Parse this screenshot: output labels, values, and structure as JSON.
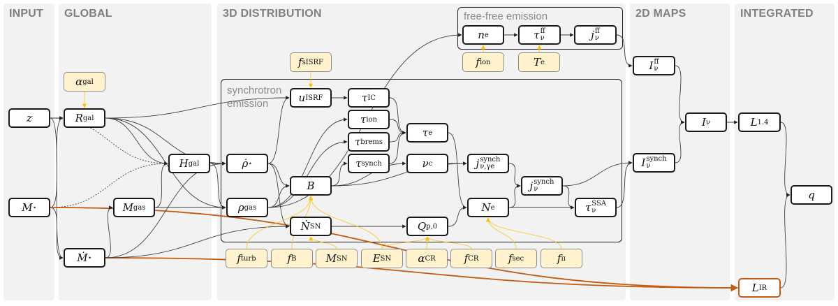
{
  "panels": [
    {
      "id": "input",
      "title": "INPUT"
    },
    {
      "id": "global",
      "title": "GLOBAL"
    },
    {
      "id": "dist3d",
      "title": "3D DISTRIBUTION"
    },
    {
      "id": "maps2d",
      "title": "2D MAPS"
    },
    {
      "id": "integrated",
      "title": "INTEGRATED"
    }
  ],
  "groups": {
    "freefree": {
      "label": "free-free emission"
    },
    "synchrotron": {
      "label_line1": "synchrotron",
      "label_line2": "emission"
    }
  },
  "nodes": {
    "z": {
      "base": "z",
      "sub": "",
      "sup": ""
    },
    "Mstar": {
      "base": "M",
      "sub": "⋆",
      "sup": ""
    },
    "alpha_gal": {
      "base": "α",
      "sub": "gal",
      "sup": ""
    },
    "R_gal": {
      "base": "R",
      "sub": "gal",
      "sup": ""
    },
    "H_gal": {
      "base": "H",
      "sub": "gal",
      "sup": ""
    },
    "M_gas": {
      "base": "M",
      "sub": "gas",
      "sup": ""
    },
    "Mdot_star": {
      "base": "Ṁ",
      "sub": "⋆",
      "sup": ""
    },
    "rhodot_star": {
      "base": "ρ̇",
      "sub": "⋆",
      "sup": ""
    },
    "rho_gas": {
      "base": "ρ",
      "sub": "gas",
      "sup": ""
    },
    "f_sISRF": {
      "base": "f",
      "sub": "sISRF",
      "sup": ""
    },
    "u_ISRF": {
      "base": "u",
      "sub": "ISRF",
      "sup": ""
    },
    "tau_IC": {
      "base": "τ",
      "sub": "IC",
      "sup": ""
    },
    "tau_ion": {
      "base": "τ",
      "sub": "ion",
      "sup": ""
    },
    "tau_brems": {
      "base": "τ",
      "sub": "brems",
      "sup": ""
    },
    "tau_synch": {
      "base": "τ",
      "sub": "synch",
      "sup": ""
    },
    "tau_e": {
      "base": "τ",
      "sub": "e",
      "sup": ""
    },
    "nu_c": {
      "base": "ν",
      "sub": "c",
      "sup": ""
    },
    "B": {
      "base": "B",
      "sub": "",
      "sup": ""
    },
    "Ndot_SN": {
      "base": "Ṅ",
      "sub": "SN",
      "sup": ""
    },
    "Q_p0": {
      "base": "Q",
      "sub": "p,0",
      "sup": ""
    },
    "j_nu_gamma": {
      "base": "j",
      "sub": "ν,γe",
      "sup": "synch"
    },
    "N_e": {
      "base": "N",
      "sub": "e",
      "sup": ""
    },
    "j_nu_synch": {
      "base": "j",
      "sub": "ν",
      "sup": "synch"
    },
    "tau_SSA": {
      "base": "τ",
      "sub": "ν",
      "sup": "SSA"
    },
    "n_e": {
      "base": "n",
      "sub": "e",
      "sup": ""
    },
    "tau_ff": {
      "base": "τ",
      "sub": "ν",
      "sup": "ff"
    },
    "j_ff": {
      "base": "j",
      "sub": "ν",
      "sup": "ff"
    },
    "f_ion": {
      "base": "f",
      "sub": "ion",
      "sup": ""
    },
    "T_e": {
      "base": "T",
      "sub": "e",
      "sup": ""
    },
    "f_turb": {
      "base": "f",
      "sub": "turb",
      "sup": ""
    },
    "f_B": {
      "base": "f",
      "sub": "B",
      "sup": ""
    },
    "M_SN": {
      "base": "M",
      "sub": "SN",
      "sup": ""
    },
    "E_SN": {
      "base": "E",
      "sub": "SN",
      "sup": ""
    },
    "alpha_CR": {
      "base": "α",
      "sub": "CR",
      "sup": ""
    },
    "f_CR": {
      "base": "f",
      "sub": "CR",
      "sup": ""
    },
    "f_sec": {
      "base": "f",
      "sub": "sec",
      "sup": ""
    },
    "f_pi": {
      "base": "f",
      "sub": "π",
      "sup": ""
    },
    "I_ff": {
      "base": "I",
      "sub": "ν",
      "sup": "ff"
    },
    "I_synch": {
      "base": "I",
      "sub": "ν",
      "sup": "synch"
    },
    "I_nu": {
      "base": "I",
      "sub": "ν",
      "sup": ""
    },
    "L_14": {
      "base": "L",
      "sub": "1.4",
      "sup": ""
    },
    "L_IR": {
      "base": "L",
      "sub": "IR",
      "sup": ""
    },
    "q": {
      "base": "q",
      "sub": "",
      "sup": ""
    }
  },
  "colors": {
    "panel_bg": "#f2f2f2",
    "node_border": "#1a1a1a",
    "param_fill": "#fff2cc",
    "param_edge": "#ffc000",
    "ir_edge": "#c55a11",
    "edge": "#404040",
    "panel_title": "#7f7f7f"
  },
  "edges": [
    {
      "from": "z",
      "to": "R_gal",
      "style": "solid"
    },
    {
      "from": "z",
      "to": "Mdot_star",
      "style": "solid"
    },
    {
      "from": "z",
      "to": "H_gal",
      "style": "dashed"
    },
    {
      "from": "Mstar",
      "to": "R_gal",
      "style": "solid"
    },
    {
      "from": "Mstar",
      "to": "Mdot_star",
      "style": "solid"
    },
    {
      "from": "Mstar",
      "to": "H_gal",
      "style": "dashed"
    },
    {
      "from": "Mstar",
      "to": "L_IR",
      "style": "ir"
    },
    {
      "from": "Mdot_star",
      "to": "L_IR",
      "style": "ir"
    },
    {
      "from": "Mdot_star",
      "to": "M_gas",
      "style": "solid"
    },
    {
      "from": "Mdot_star",
      "to": "rhodot_star",
      "style": "solid"
    },
    {
      "from": "Mdot_star",
      "to": "Ndot_SN",
      "style": "solid"
    },
    {
      "from": "alpha_gal",
      "to": "R_gal",
      "style": "param"
    },
    {
      "from": "R_gal",
      "to": "u_ISRF",
      "style": "solid"
    },
    {
      "from": "R_gal",
      "to": "H_gal",
      "style": "solid"
    },
    {
      "from": "R_gal",
      "to": "rhodot_star",
      "style": "solid"
    },
    {
      "from": "R_gal",
      "to": "rho_gas",
      "style": "solid"
    },
    {
      "from": "M_gas",
      "to": "H_gal",
      "style": "solid"
    },
    {
      "from": "M_gas",
      "to": "rho_gas",
      "style": "solid"
    },
    {
      "from": "H_gal",
      "to": "rhodot_star",
      "style": "solid"
    },
    {
      "from": "H_gal",
      "to": "rho_gas",
      "style": "solid"
    },
    {
      "from": "rhodot_star",
      "to": "u_ISRF",
      "style": "solid"
    },
    {
      "from": "rhodot_star",
      "to": "B",
      "style": "solid"
    },
    {
      "from": "rhodot_star",
      "to": "Ndot_SN",
      "style": "solid"
    },
    {
      "from": "rho_gas",
      "to": "tau_ion",
      "style": "solid"
    },
    {
      "from": "rho_gas",
      "to": "tau_brems",
      "style": "solid"
    },
    {
      "from": "rho_gas",
      "to": "B",
      "style": "solid"
    },
    {
      "from": "rho_gas",
      "to": "n_e",
      "style": "solid"
    },
    {
      "from": "f_sISRF",
      "to": "u_ISRF",
      "style": "param"
    },
    {
      "from": "u_ISRF",
      "to": "tau_IC",
      "style": "solid"
    },
    {
      "from": "B",
      "to": "tau_synch",
      "style": "solid"
    },
    {
      "from": "B",
      "to": "nu_c",
      "style": "solid"
    },
    {
      "from": "B",
      "to": "j_nu_gamma",
      "style": "solid"
    },
    {
      "from": "tau_IC",
      "to": "tau_e",
      "style": "solid"
    },
    {
      "from": "tau_ion",
      "to": "tau_e",
      "style": "solid"
    },
    {
      "from": "tau_brems",
      "to": "tau_e",
      "style": "solid"
    },
    {
      "from": "tau_synch",
      "to": "tau_e",
      "style": "solid"
    },
    {
      "from": "tau_e",
      "to": "N_e",
      "style": "solid"
    },
    {
      "from": "nu_c",
      "to": "j_nu_gamma",
      "style": "solid"
    },
    {
      "from": "Ndot_SN",
      "to": "Q_p0",
      "style": "solid"
    },
    {
      "from": "Q_p0",
      "to": "N_e",
      "style": "solid"
    },
    {
      "from": "j_nu_gamma",
      "to": "j_nu_synch",
      "style": "solid"
    },
    {
      "from": "N_e",
      "to": "j_nu_synch",
      "style": "solid"
    },
    {
      "from": "N_e",
      "to": "tau_SSA",
      "style": "solid"
    },
    {
      "from": "j_nu_synch",
      "to": "tau_SSA",
      "style": "solid"
    },
    {
      "from": "j_nu_synch",
      "to": "I_synch",
      "style": "solid"
    },
    {
      "from": "tau_SSA",
      "to": "I_synch",
      "style": "solid"
    },
    {
      "from": "n_e",
      "to": "tau_ff",
      "style": "solid"
    },
    {
      "from": "tau_ff",
      "to": "j_ff",
      "style": "solid"
    },
    {
      "from": "j_ff",
      "to": "I_ff",
      "style": "solid"
    },
    {
      "from": "f_ion",
      "to": "n_e",
      "style": "param"
    },
    {
      "from": "T_e",
      "to": "tau_ff",
      "style": "param"
    },
    {
      "from": "f_turb",
      "to": "B",
      "style": "param"
    },
    {
      "from": "f_B",
      "to": "B",
      "style": "param"
    },
    {
      "from": "M_SN",
      "to": "Ndot_SN",
      "style": "param"
    },
    {
      "from": "E_SN",
      "to": "B",
      "style": "param"
    },
    {
      "from": "E_SN",
      "to": "Q_p0",
      "style": "param"
    },
    {
      "from": "alpha_CR",
      "to": "Q_p0",
      "style": "param"
    },
    {
      "from": "f_CR",
      "to": "Q_p0",
      "style": "param"
    },
    {
      "from": "f_sec",
      "to": "N_e",
      "style": "param"
    },
    {
      "from": "f_pi",
      "to": "N_e",
      "style": "param"
    },
    {
      "from": "I_ff",
      "to": "I_nu",
      "style": "solid"
    },
    {
      "from": "I_synch",
      "to": "I_nu",
      "style": "solid"
    },
    {
      "from": "I_nu",
      "to": "L_14",
      "style": "solid"
    },
    {
      "from": "L_14",
      "to": "q",
      "style": "solid"
    },
    {
      "from": "L_IR",
      "to": "q",
      "style": "solid"
    }
  ]
}
